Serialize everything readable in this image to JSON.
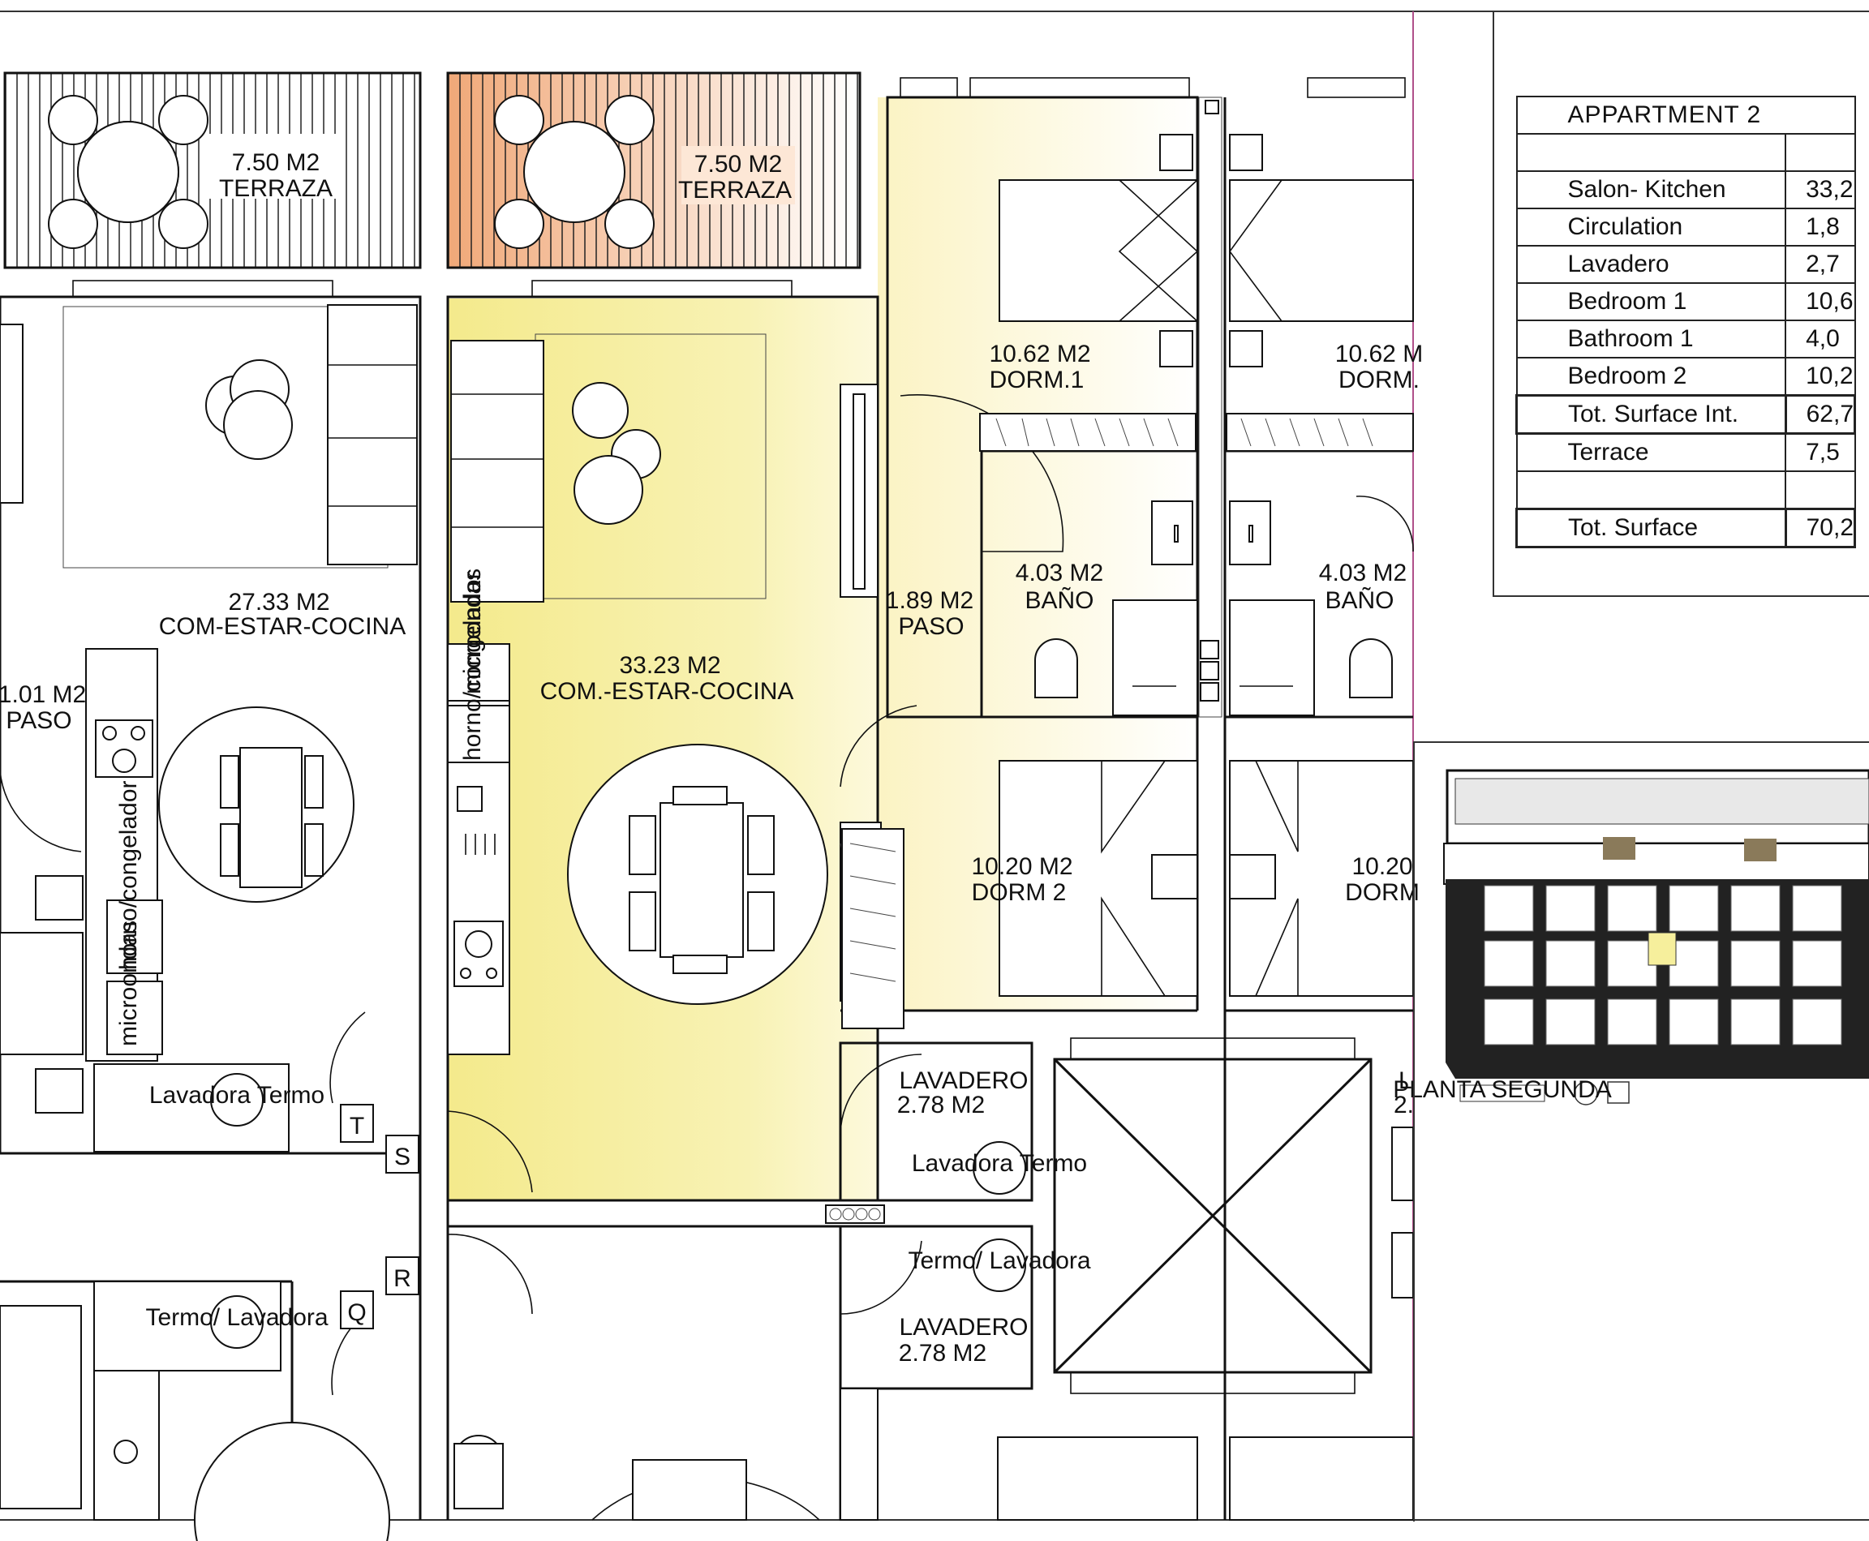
{
  "rooms": {
    "terraza_left": {
      "area": "7.50 M2",
      "name": "TERRAZA"
    },
    "terraza_center": {
      "area": "7.50 M2",
      "name": "TERRAZA"
    },
    "com_left": {
      "area": "27.33 M2",
      "name": "COM-ESTAR-COCINA"
    },
    "paso_left": {
      "area": "1.01 M2",
      "name": "PASO"
    },
    "com_center": {
      "area": "33.23 M2",
      "name": "COM.-ESTAR-COCINA"
    },
    "paso_center": {
      "area": "1.89 M2",
      "name": "PASO"
    },
    "dorm1_a": {
      "area": "10.62 M2",
      "name": "DORM.1"
    },
    "dorm1_b": {
      "area": "10.62 M",
      "name": "DORM."
    },
    "bano_a": {
      "area": "4.03 M2",
      "name": "BAÑO"
    },
    "bano_b": {
      "area": "4.03 M2",
      "name": "BAÑO"
    },
    "dorm2_a": {
      "area": "10.20 M2",
      "name": "DORM 2"
    },
    "dorm2_b": {
      "area": "10.20",
      "name": "DORM"
    },
    "lavadero_a": {
      "name": "LAVADERO",
      "area": "2.78 M2"
    },
    "lavadero_b": {
      "name": "LAVADERO",
      "area": "2.78 M2"
    },
    "lavadero_c": {
      "name": "L",
      "area": "2."
    }
  },
  "stair_letters": [
    "T",
    "S",
    "R",
    "Q"
  ],
  "appliances": {
    "microondas": "microondas",
    "horno": "horno/congelador",
    "lavadora": "Lavadora Termo",
    "termo": "Termo/ Lavadora"
  },
  "table": {
    "title": "APPARTMENT 2",
    "rows": [
      {
        "label": "Salon- Kitchen",
        "value": "33,2",
        "highlight": false
      },
      {
        "label": "Circulation",
        "value": "1,8",
        "highlight": false
      },
      {
        "label": "Lavadero",
        "value": "2,7",
        "highlight": false
      },
      {
        "label": "Bedroom 1",
        "value": "10,6",
        "highlight": false
      },
      {
        "label": "Bathroom 1",
        "value": "4,0",
        "highlight": false
      },
      {
        "label": "Bedroom 2",
        "value": "10,2",
        "highlight": false
      },
      {
        "label": "Tot. Surface Int.",
        "value": "62,7",
        "highlight": true
      },
      {
        "label": "Terrace",
        "value": "7,5",
        "highlight": false
      },
      {
        "label": "",
        "value": "",
        "highlight": false
      },
      {
        "label": "Tot. Surface",
        "value": "70,2",
        "highlight": true
      }
    ]
  },
  "site_plan": {
    "caption": "PLANTA SEGUNDA"
  },
  "colors": {
    "living_highlight": "#f6ef9c",
    "bedroom_highlight": "#fdf8d2",
    "terrace_highlight": "#f3b68a",
    "border_pink": "#b0508a"
  }
}
